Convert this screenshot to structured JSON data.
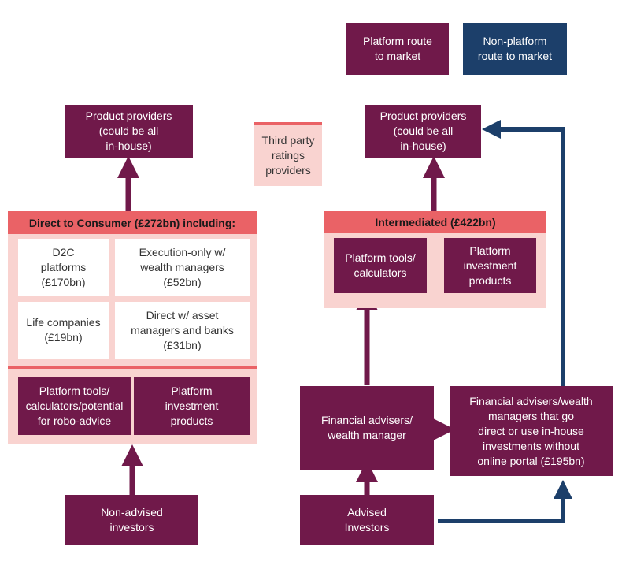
{
  "legend": {
    "platform": "Platform route\nto market",
    "non_platform": "Non-platform\nroute to market"
  },
  "left": {
    "product_providers": "Product providers\n(could be all\nin-house)",
    "d2c_header": "Direct to Consumer (£272bn) including:",
    "d2c_platforms": "D2C\nplatforms\n(£170bn)",
    "execution_only": "Execution-only w/\nwealth managers\n(£52bn)",
    "life_companies": "Life companies\n(£19bn)",
    "direct_asset": "Direct w/ asset\nmanagers and banks\n(£31bn)",
    "platform_tools": "Platform tools/\ncalculators/potential\nfor robo-advice",
    "platform_products": "Platform\ninvestment\nproducts",
    "investors": "Non-advised\ninvestors"
  },
  "middle": {
    "ratings": "Third party\nratings\nproviders"
  },
  "right": {
    "product_providers": "Product providers\n(could be all\nin-house)",
    "intermediated_header": "Intermediated (£422bn)",
    "platform_tools": "Platform tools/\ncalculators",
    "platform_products": "Platform\ninvestment\nproducts",
    "advisers": "Financial advisers/\nwealth manager",
    "direct_advisers": "Financial advisers/wealth\nmanagers that go\ndirect or use in-house\ninvestments without\nonline portal (£195bn)",
    "investors": "Advised\nInvestors"
  },
  "colors": {
    "platform": "#70194a",
    "non_platform": "#1c3f6a",
    "panel": "#f9d3d0",
    "header": "#ea6266"
  }
}
